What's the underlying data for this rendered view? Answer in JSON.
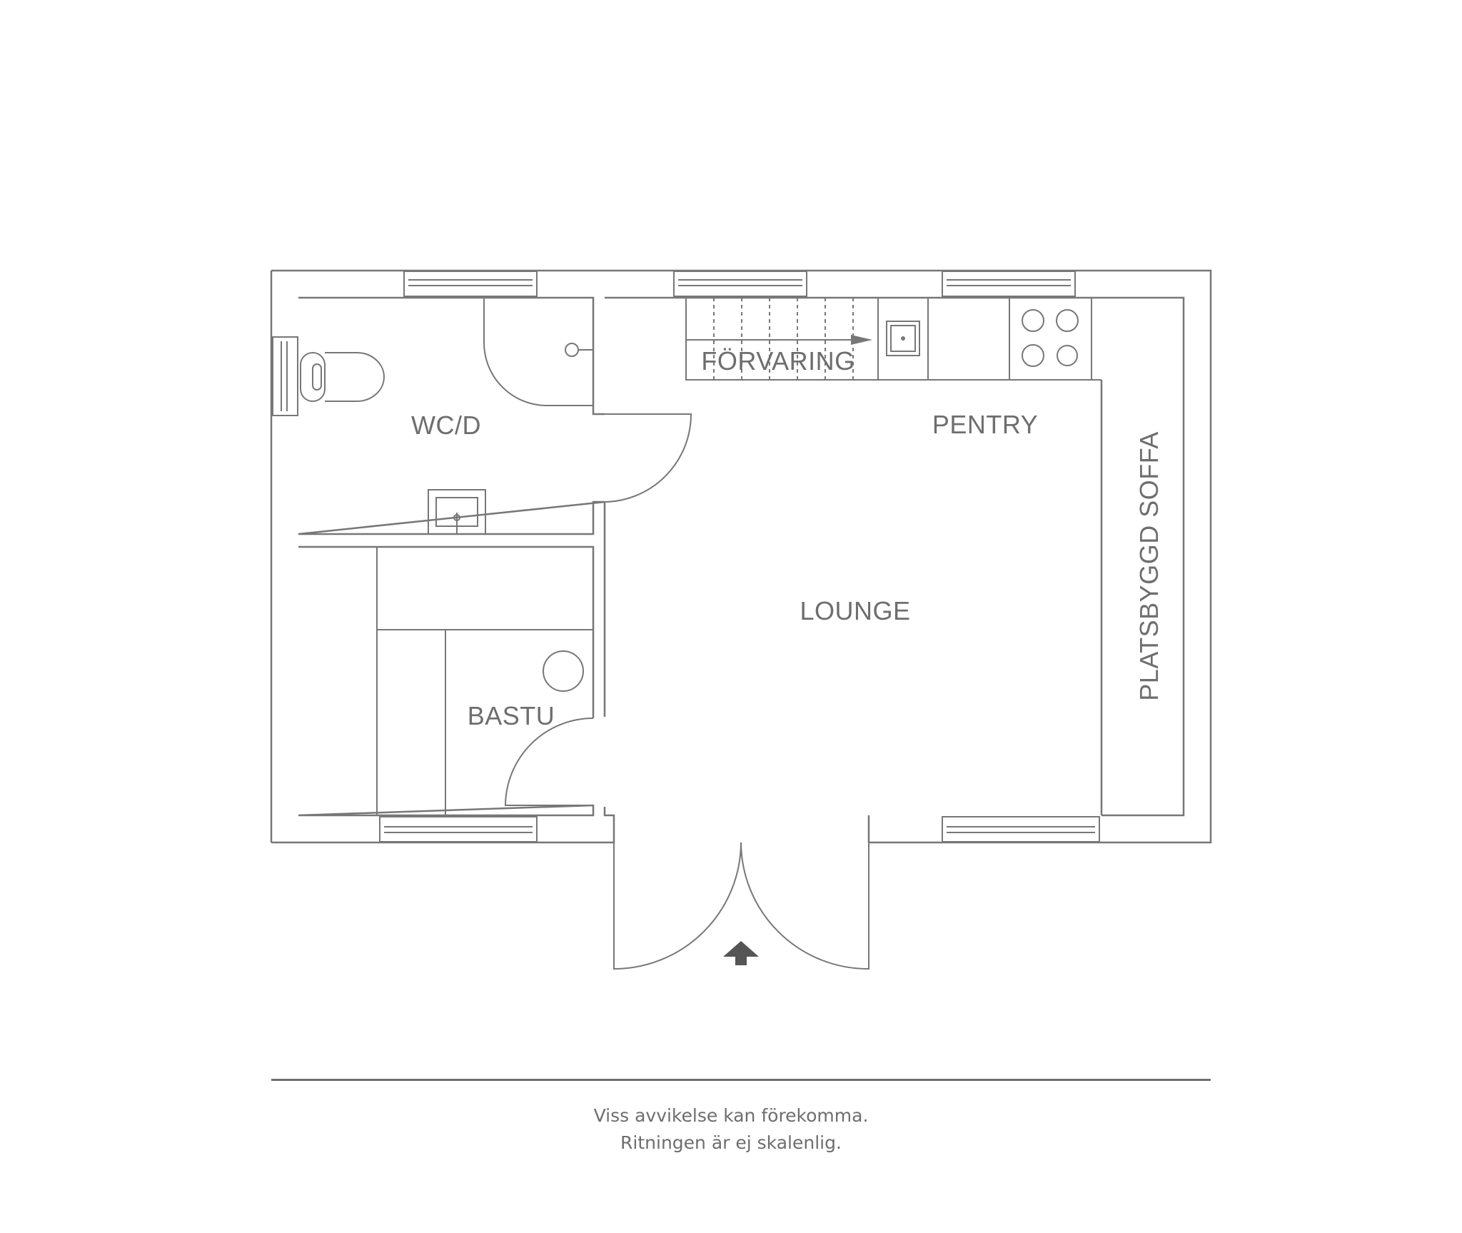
{
  "rooms": {
    "wc": "WC/D",
    "storage": "FÖRVARING",
    "kitchen": "PENTRY",
    "lounge": "LOUNGE",
    "sauna": "BASTU",
    "sofa": "PLATSBYGGD SOFFA"
  },
  "footer": {
    "line1": "Viss avvikelse kan förekomma.",
    "line2": "Ritningen är ej skalenlig."
  },
  "colors": {
    "lines": "#777777",
    "text": "#6e6e6e",
    "background": "#ffffff"
  },
  "icons": [
    "toilet-icon",
    "sink-icon",
    "kitchen-sink-icon",
    "stove-icon",
    "sauna-stove-icon",
    "entrance-arrow-icon"
  ]
}
